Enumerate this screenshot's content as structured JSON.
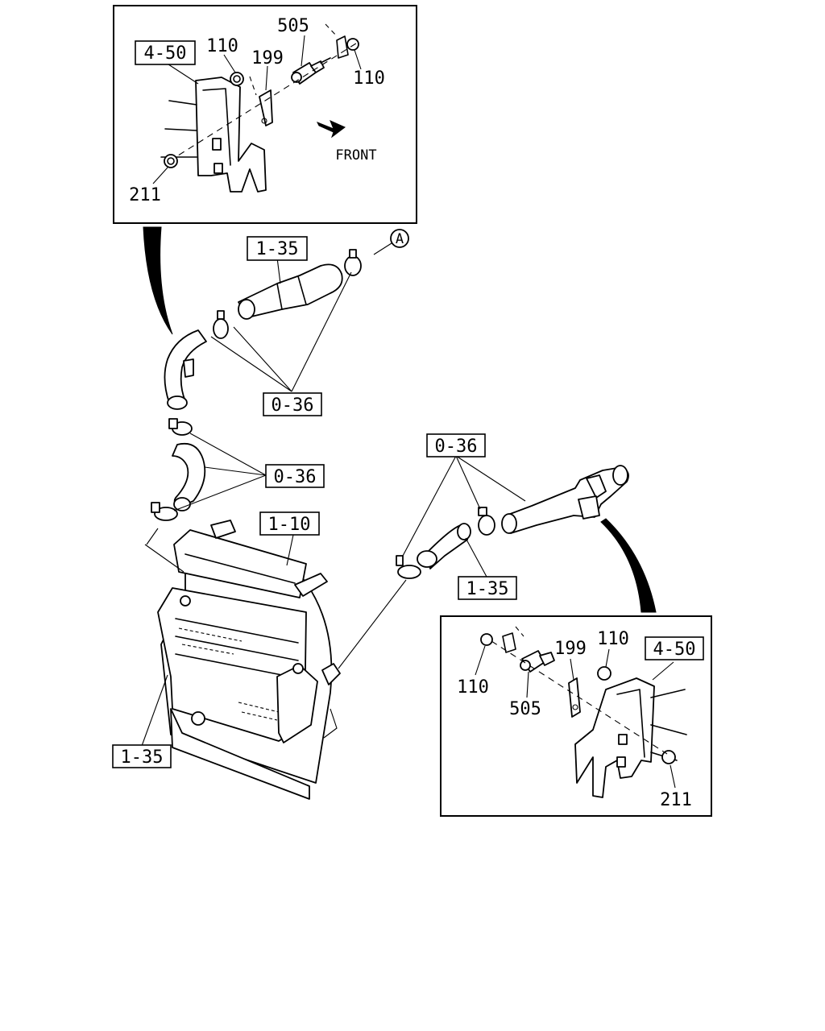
{
  "labels": {
    "ref_4_50": "4-50",
    "ref_1_35": "1-35",
    "ref_0_36": "0-36",
    "ref_1_10": "1-10",
    "part_110": "110",
    "part_199": "199",
    "part_505": "505",
    "part_211": "211",
    "front": "FRONT",
    "callout_a": "A"
  }
}
